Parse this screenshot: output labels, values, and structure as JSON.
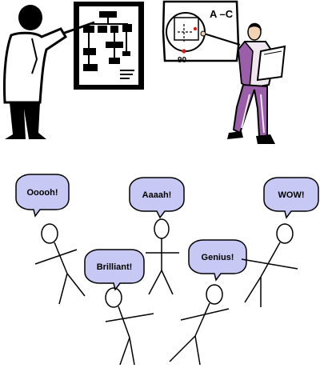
{
  "colors": {
    "ink": "#000000",
    "paper": "#ffffff",
    "bubble_fill": "#c8c8f5",
    "suit_purple": "#9a5fa8",
    "suit_light": "#f0e6f0",
    "skin": "#f2d2b4",
    "red_mark": "#cc2222"
  },
  "clipart": {
    "left_board": {
      "icon": "flowchart-board-icon"
    },
    "right_board": {
      "formula": "A –C",
      "angle_label": "90"
    }
  },
  "speech_bubbles": [
    {
      "text": "Ooooh!"
    },
    {
      "text": "Aaaah!"
    },
    {
      "text": "WOW!"
    },
    {
      "text": "Brilliant!"
    },
    {
      "text": "Genius!"
    }
  ]
}
